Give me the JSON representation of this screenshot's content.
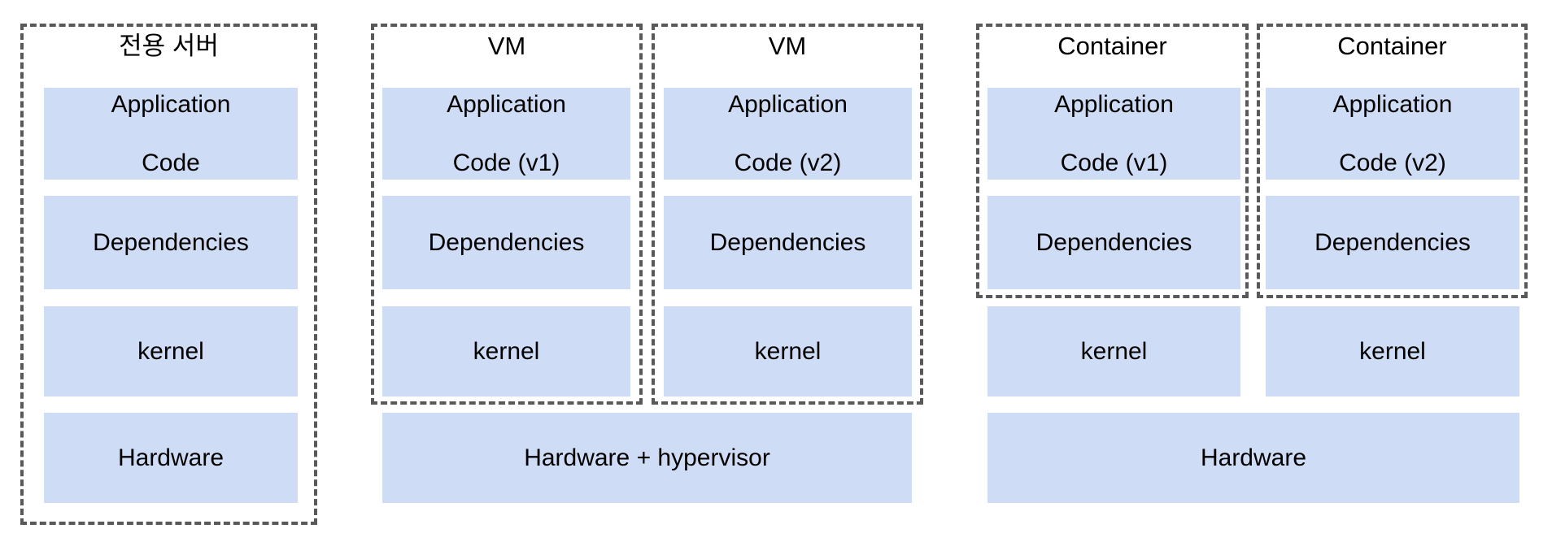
{
  "diagram": {
    "title": "Deployment models: dedicated server vs virtual machines vs containers",
    "colors": {
      "layer_fill": "#cfdcf5",
      "frame_border": "#595959",
      "text": "#000000",
      "background": "#ffffff"
    }
  },
  "panels": [
    {
      "id": "dedicated-server",
      "groups": [
        {
          "id": "dedicated-server-group",
          "caption": "전용 서버"
        }
      ],
      "layers": [
        {
          "id": "application-code",
          "label": "Application\nCode",
          "lines": [
            "Application",
            "Code"
          ]
        },
        {
          "id": "dependencies",
          "label": "Dependencies",
          "lines": [
            "Dependencies"
          ]
        },
        {
          "id": "kernel",
          "label": "kernel",
          "lines": [
            "kernel"
          ]
        },
        {
          "id": "hardware",
          "label": "Hardware",
          "lines": [
            "Hardware"
          ]
        }
      ]
    },
    {
      "id": "virtual-machines",
      "groups": [
        {
          "id": "vm-1",
          "caption": "VM"
        },
        {
          "id": "vm-2",
          "caption": "VM"
        }
      ],
      "layers_vm1": [
        {
          "id": "application-code-v1",
          "lines": [
            "Application",
            "Code (v1)"
          ]
        },
        {
          "id": "dependencies",
          "lines": [
            "Dependencies"
          ]
        },
        {
          "id": "kernel",
          "lines": [
            "kernel"
          ]
        }
      ],
      "layers_vm2": [
        {
          "id": "application-code-v2",
          "lines": [
            "Application",
            "Code (v2)"
          ]
        },
        {
          "id": "dependencies",
          "lines": [
            "Dependencies"
          ]
        },
        {
          "id": "kernel",
          "lines": [
            "kernel"
          ]
        }
      ],
      "shared": [
        {
          "id": "hardware-hypervisor",
          "lines": [
            "Hardware + hypervisor"
          ]
        }
      ]
    },
    {
      "id": "containers",
      "groups": [
        {
          "id": "container-1",
          "caption": "Container"
        },
        {
          "id": "container-2",
          "caption": "Container"
        }
      ],
      "layers_container1": [
        {
          "id": "application-code-v1",
          "lines": [
            "Application",
            "Code (v1)"
          ]
        },
        {
          "id": "dependencies",
          "lines": [
            "Dependencies"
          ]
        }
      ],
      "layers_container2": [
        {
          "id": "application-code-v2",
          "lines": [
            "Application",
            "Code (v2)"
          ]
        },
        {
          "id": "dependencies",
          "lines": [
            "Dependencies"
          ]
        }
      ],
      "kernels": [
        {
          "id": "kernel-left",
          "lines": [
            "kernel"
          ]
        },
        {
          "id": "kernel-right",
          "lines": [
            "kernel"
          ]
        }
      ],
      "shared": [
        {
          "id": "hardware",
          "lines": [
            "Hardware"
          ]
        }
      ]
    }
  ],
  "labels": {
    "dedicated_server": "전용 서버",
    "vm": "VM",
    "container": "Container",
    "application_code_l1": "Application",
    "application_code_l2": "Code",
    "application_code_v1_l2": "Code (v1)",
    "application_code_v2_l2": "Code (v2)",
    "dependencies": "Dependencies",
    "kernel": "kernel",
    "hardware": "Hardware",
    "hardware_hypervisor": "Hardware + hypervisor"
  }
}
